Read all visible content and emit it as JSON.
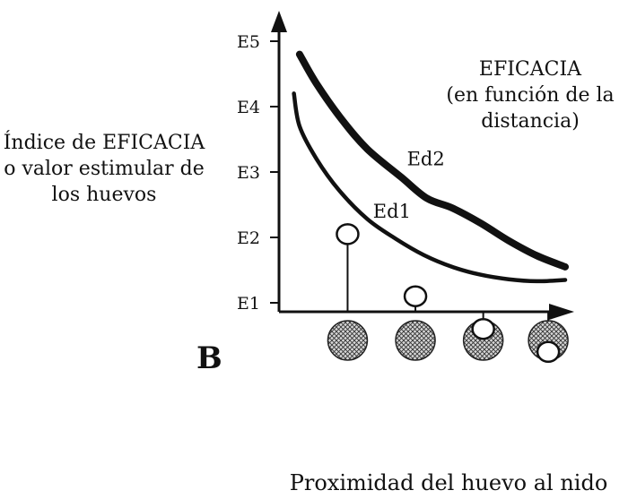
{
  "chart_data": {
    "type": "line",
    "ylabel": "Índice de EFICACIA o valor estimular de los huevos",
    "xlabel": "Proximidad del huevo al nido",
    "annotation": [
      "EFICACIA",
      "(en función de la",
      "distancia)"
    ],
    "panel_label": "B",
    "yticks": [
      "E1",
      "E2",
      "E3",
      "E4",
      "E5"
    ],
    "ylim": [
      1,
      5
    ],
    "xlim": [
      0,
      10
    ],
    "grid": false,
    "series": [
      {
        "name": "Ed2",
        "color": "#111111",
        "width": "thick",
        "x": [
          0.6,
          1.2,
          2.1,
          3.0,
          4.2,
          5.1,
          6.0,
          7.0,
          8.0,
          9.0,
          10.0
        ],
        "y": [
          4.8,
          4.35,
          3.8,
          3.35,
          2.92,
          2.6,
          2.45,
          2.22,
          1.95,
          1.72,
          1.55
        ]
      },
      {
        "name": "Ed1",
        "color": "#111111",
        "width": "thin",
        "x": [
          0.4,
          0.6,
          1.2,
          2.0,
          3.0,
          4.0,
          5.0,
          6.0,
          7.0,
          8.0,
          9.0,
          10.0
        ],
        "y": [
          4.2,
          3.7,
          3.2,
          2.72,
          2.28,
          1.98,
          1.73,
          1.55,
          1.43,
          1.36,
          1.33,
          1.35
        ]
      }
    ],
    "series_labels": [
      {
        "text": "Ed2",
        "x": 4.4,
        "y": 3.1
      },
      {
        "text": "Ed1",
        "x": 3.2,
        "y": 2.3
      }
    ],
    "eggs": [
      {
        "x": 2.3,
        "stalk_end": 2.05
      },
      {
        "x": 4.7,
        "stalk_end": 1.1
      },
      {
        "x": 7.1,
        "stalk_end": 0.6
      },
      {
        "x": 9.4,
        "stalk_end": 0.25
      }
    ]
  }
}
